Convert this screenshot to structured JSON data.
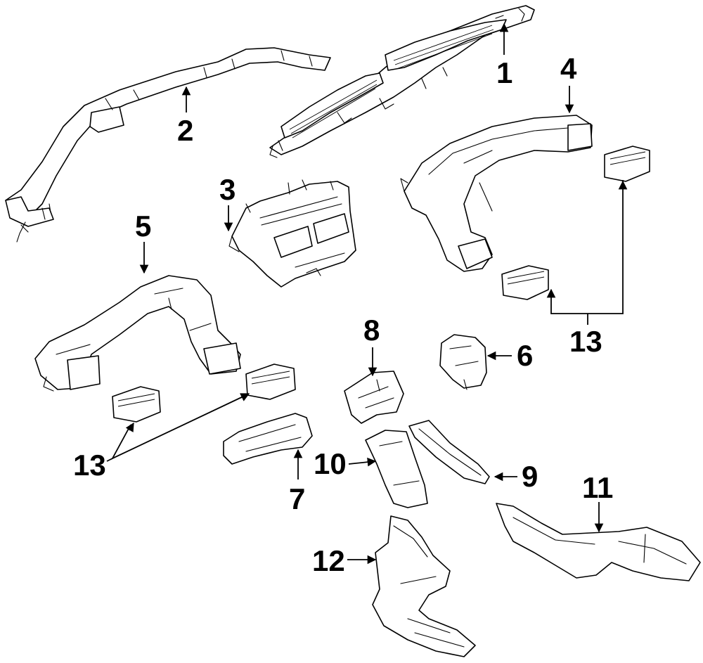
{
  "callouts": {
    "c1": "1",
    "c2": "2",
    "c3": "3",
    "c4": "4",
    "c5": "5",
    "c6": "6",
    "c7": "7",
    "c8": "8",
    "c9": "9",
    "c10": "10",
    "c11": "11",
    "c12": "12",
    "c13_right": "13",
    "c13_left": "13"
  }
}
